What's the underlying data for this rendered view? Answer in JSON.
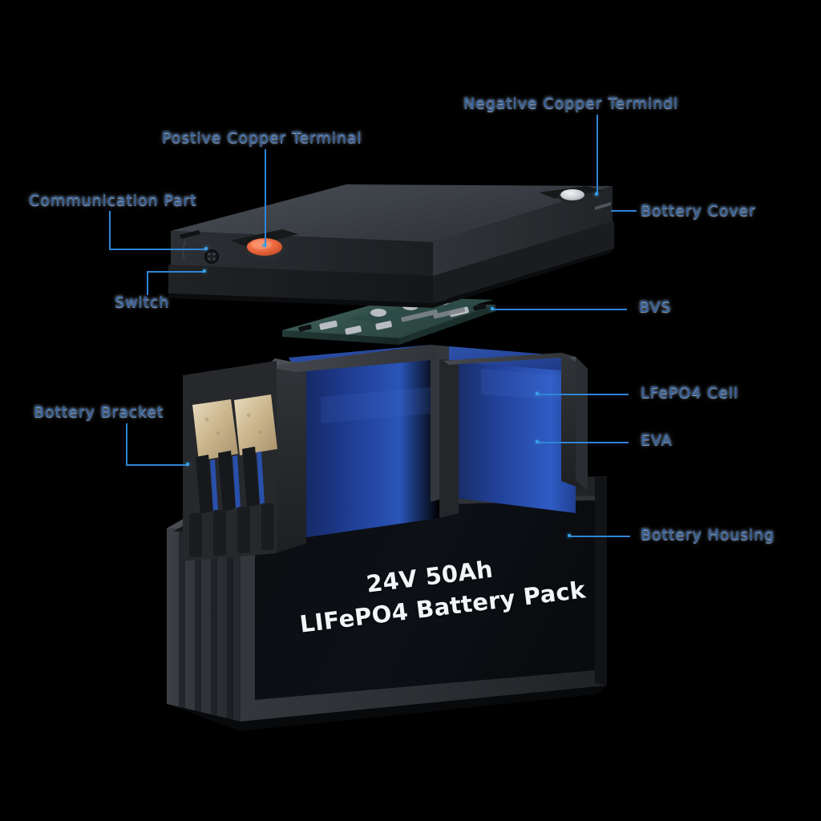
{
  "scene": {
    "title": "Exploded view of a 24V 50Ah LiFePO4 battery pack",
    "background_color": "#000000",
    "label_text_color": "#2f5f9e",
    "leader_line_color": "#2f86d6"
  },
  "product": {
    "line1": "24V 50Ah",
    "line2": "LIFePO4 Battery Pack"
  },
  "labels": [
    {
      "id": "negative-copper-terminal",
      "text": "Negative Copper Termindl"
    },
    {
      "id": "positive-copper-terminal",
      "text": "Postive Copper Terminal"
    },
    {
      "id": "communication-part",
      "text": "Communication Part"
    },
    {
      "id": "battery-cover",
      "text": "Bottery Cover"
    },
    {
      "id": "switch",
      "text": "Switch"
    },
    {
      "id": "bvs",
      "text": "BVS"
    },
    {
      "id": "lifepo4-cell",
      "text": "LFePO4 Cell"
    },
    {
      "id": "eva",
      "text": "EVA"
    },
    {
      "id": "battery-bracket",
      "text": "Bottery Bracket"
    },
    {
      "id": "battery-housing",
      "text": "Bottery Housing"
    }
  ],
  "components": {
    "cover_color": "#3a3d42",
    "cell_color": "#2947a0",
    "bracket_color": "#2b2d31",
    "pcb_color": "#34544f",
    "positive_terminal_color": "#e8633a",
    "negative_terminal_color": "#cfd2d6",
    "busbar_color": "#d8c49a"
  }
}
